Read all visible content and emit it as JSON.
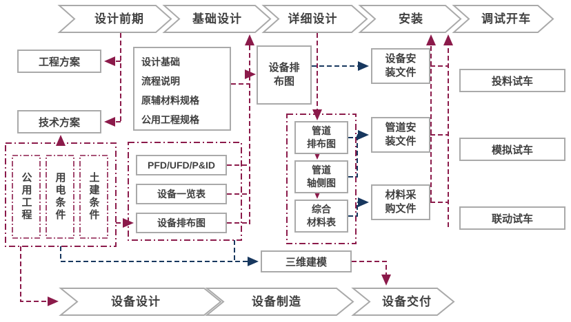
{
  "colors": {
    "accent_maroon": "#8b1a4a",
    "accent_navy": "#17375e",
    "shape_border_gray": "#a9a9a9",
    "text": "#3f3f3f"
  },
  "top_phases": [
    "设计前期",
    "基础设计",
    "详细设计",
    "安装",
    "调试开车"
  ],
  "bottom_phases": [
    "设备设计",
    "设备制造",
    "设备交付"
  ],
  "left": {
    "engineering_plan": "工程方案",
    "technical_plan": "技术方案",
    "conditions": [
      "公用工程",
      "用电条件",
      "土建条件"
    ]
  },
  "basic": {
    "design_basis": "设计基础\n流程说明\n原辅材料规格\n公用工程规格",
    "pfd": "PFD/UFD/P&ID",
    "equipment_list": "设备一览表",
    "equipment_layout": "设备排布图"
  },
  "detail": {
    "equipment_layout": "设备排\n布图",
    "piping_layout": "管道\n排布图",
    "piping_isometric": "管道\n轴侧图",
    "material_summary": "综合\n材料表",
    "modeling_3d": "三维建模"
  },
  "install": {
    "equipment": "设备安\n装文件",
    "piping": "管道安\n装文件",
    "material": "材料采\n购文件"
  },
  "commissioning": [
    "投料试车",
    "模拟试车",
    "联动试车"
  ]
}
